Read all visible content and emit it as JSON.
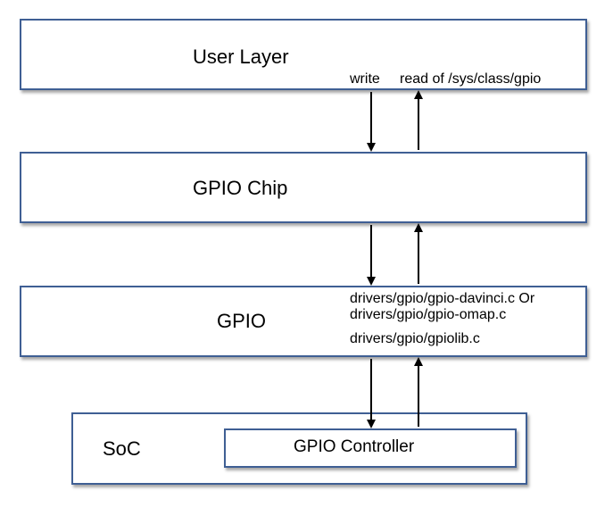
{
  "layers": {
    "user_layer": {
      "title": "User Layer",
      "write_label": "write",
      "read_label": "read of /sys/class/gpio"
    },
    "gpio_chip": {
      "title": "GPIO Chip"
    },
    "gpio": {
      "title": "GPIO",
      "file_1": "drivers/gpio/gpio-davinci.c Or",
      "file_2": "drivers/gpio/gpio-omap.c",
      "file_3": "drivers/gpio/gpiolib.c"
    },
    "soc": {
      "title": "SoC",
      "controller": "GPIO Controller"
    }
  },
  "colors": {
    "box_border": "#3f5f94",
    "arrow": "#000000"
  }
}
